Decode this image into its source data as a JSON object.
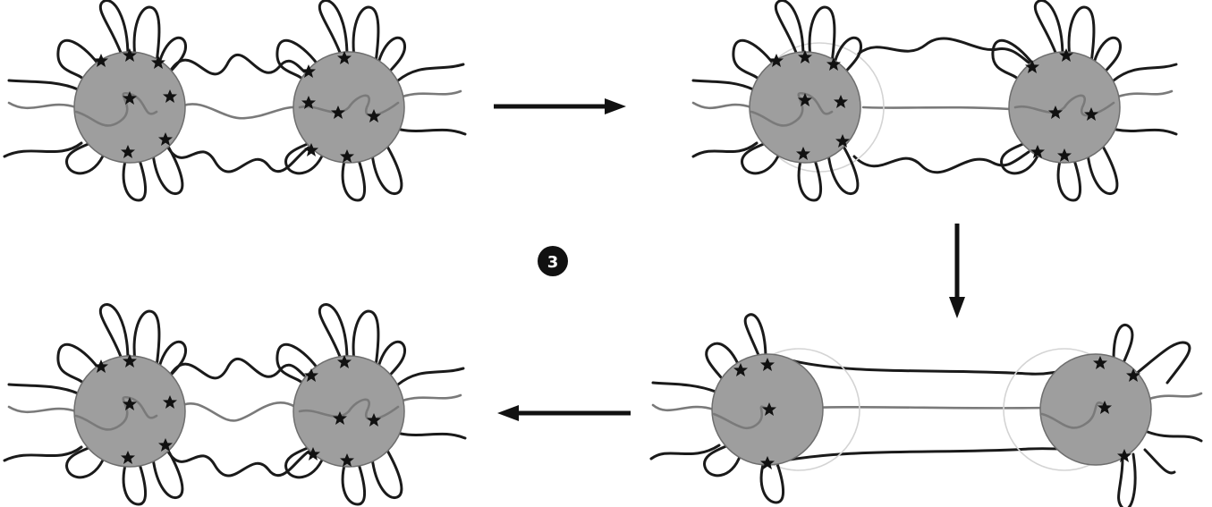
{
  "figure": {
    "step_marker": "3",
    "panels": [
      {
        "id": "panel-1",
        "state": "relaxed bridging chains"
      },
      {
        "id": "panel-2",
        "state": "bridges begin to stretch"
      },
      {
        "id": "panel-3",
        "state": "bridges fully stretched, cores displaced"
      },
      {
        "id": "panel-4",
        "state": "relaxed bridging chains"
      }
    ],
    "arrows": [
      "right",
      "down",
      "left"
    ],
    "colors": {
      "core": "#9e9e9e",
      "chain": "#1a1a1a",
      "chain_light": "#7a7a7a"
    }
  }
}
